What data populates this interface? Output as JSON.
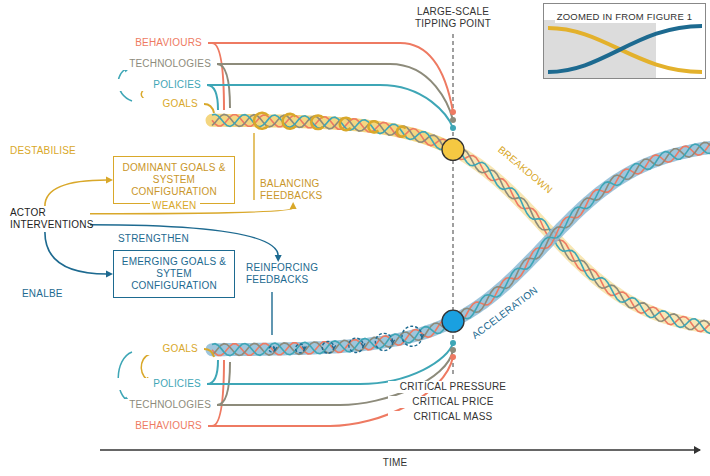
{
  "diagram": {
    "nodes": [
      {
        "text": [
          "ACTOR INTERVENTIONS"
        ]
      },
      {
        "text": [
          "DOMINANT GOALS & SYSTEM CONFIGURATION"
        ]
      },
      {
        "text": [
          "BALANCING FEEDBACKS"
        ]
      },
      {
        "text": [
          "EMERGING GOALS & SYTEM CONFIGURATION"
        ]
      },
      {
        "text": [
          "REINFORCING FEEDBACKS"
        ]
      },
      {
        "text": [
          "ZOOMED IN FROM FIGURE 1"
        ]
      }
    ],
    "edges": [
      {
        "from": 0,
        "to": 1,
        "label": "DESTABILISE",
        "arrow": "to"
      },
      {
        "from": 0,
        "to": 2,
        "label": "WEAKEN",
        "arrow": "to"
      },
      {
        "from": 0,
        "to": 4,
        "label": "STRENGTHEN",
        "arrow": "to"
      },
      {
        "from": 0,
        "to": 3,
        "label": "ENALBE",
        "arrow": "to"
      }
    ],
    "labels": [
      "BEHAVIOURS",
      "TECHNOLOGIES",
      "POLICIES",
      "GOALS",
      "LARGE-SCALE TIPPING POINT",
      "BREAKDOWN",
      "ACCELERATION",
      "GOALS",
      "POLICIES",
      "TECHNOLOGIES",
      "BEHAVIOURS",
      "CRITICAL PRESSURE",
      "CRITICAL PRICE",
      "CRITICAL MASS",
      "TIME"
    ]
  }
}
